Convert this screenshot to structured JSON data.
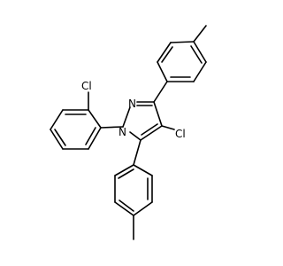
{
  "molecule": {
    "atoms": {
      "cl_aryl": "Cl",
      "n2": "N",
      "n1": "N",
      "cl_c4": "Cl"
    },
    "colors": {
      "bond": "#000000",
      "label": "#000000",
      "background": "#ffffff"
    }
  }
}
